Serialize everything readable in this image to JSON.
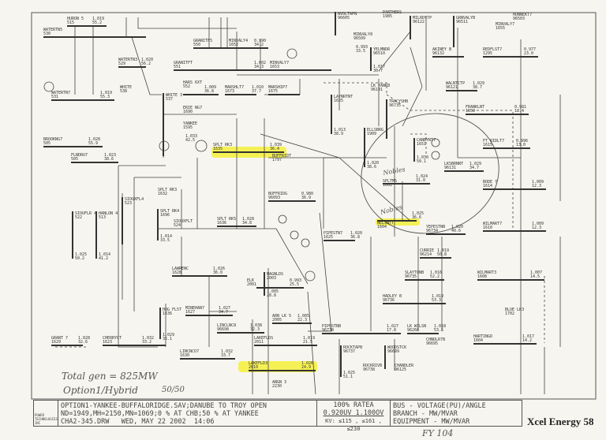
{
  "buses": [
    {
      "name": "HURON 5",
      "num": "515",
      "v": "1.019",
      "a": "55.2"
    },
    {
      "name": "WATERTN5",
      "num": "530",
      "v": "",
      "a": ""
    },
    {
      "name": "GRANITF5",
      "num": "550",
      "v": "",
      "a": ""
    },
    {
      "name": "GRANITFT",
      "num": "551",
      "v": "1.002",
      "a": "34.3"
    },
    {
      "name": "WATERTN3",
      "num": "529",
      "v": "1.020",
      "a": "56.2"
    },
    {
      "name": "MINVALY4",
      "num": "1652",
      "v": "0.990",
      "a": "34.2"
    },
    {
      "name": "MINVALY7",
      "num": "1653",
      "v": "",
      "a": ""
    },
    {
      "name": "WATERTN7",
      "num": "531",
      "v": "1.019",
      "a": "55.3"
    },
    {
      "name": "WHITE",
      "num": "538",
      "v": "",
      "a": ""
    },
    {
      "name": "WHITE 3",
      "num": "537",
      "v": "",
      "a": ""
    },
    {
      "name": "HARS 6XT",
      "num": "552",
      "v": "1.009",
      "a": "36.8"
    },
    {
      "name": "MARSHLT7",
      "num": "1673",
      "v": "1.010",
      "a": "37.7"
    },
    {
      "name": "MARSHIP7",
      "num": "1675",
      "v": "",
      "a": ""
    },
    {
      "name": "ERIE NG7",
      "num": "1690",
      "v": "",
      "a": ""
    },
    {
      "name": "YANKEE",
      "num": "1595",
      "v": "1.033",
      "a": "42.5"
    },
    {
      "name": "BROOKNG7",
      "num": "505",
      "v": "1.028",
      "a": "55.9"
    },
    {
      "name": "FLNDRU7",
      "num": "505",
      "v": "1.023",
      "a": "38.6"
    },
    {
      "name": "SPLT RK3",
      "num": "1635",
      "v": "1.039",
      "a": "36.4"
    },
    {
      "name": "BUFFRIDT",
      "num": "1797",
      "v": "",
      "a": ""
    },
    {
      "name": "NVOLTAPN",
      "num": "96605",
      "v": "",
      "a": ""
    },
    {
      "name": "PANTHERS",
      "num": "1985",
      "v": "",
      "a": ""
    },
    {
      "name": "MILRDY7P",
      "num": "96122",
      "v": "",
      "a": ""
    },
    {
      "name": "GRNVALYB",
      "num": "96511",
      "v": "",
      "a": ""
    },
    {
      "name": "HONNEKT7",
      "num": "96503",
      "v": "",
      "a": ""
    },
    {
      "name": "MINVALY7",
      "num": "1655",
      "v": "",
      "a": ""
    },
    {
      "name": "MINVALY8",
      "num": "96509",
      "v": "0.993",
      "a": "33.5"
    },
    {
      "name": "YELMNDR",
      "num": "96510",
      "v": "1.017",
      "a": "30.7"
    },
    {
      "name": "AKINEY B",
      "num": "96132",
      "v": "",
      "a": ""
    },
    {
      "name": "REDFLST7",
      "num": "1295",
      "v": "0.977",
      "a": "23.0"
    },
    {
      "name": "WALNTCTP",
      "num": "96121",
      "v": "1.029",
      "a": "38.7"
    },
    {
      "name": "LK YANKB",
      "num": "96191",
      "v": "",
      "a": ""
    },
    {
      "name": "LAYNRTNT",
      "num": "1625",
      "v": "1.013",
      "a": "38.9"
    },
    {
      "name": "TRACYSHB",
      "num": "96735",
      "v": "",
      "a": ""
    },
    {
      "name": "FRANKLNT",
      "num": "1650",
      "v": "0.981",
      "a": "18.4"
    },
    {
      "name": "ELLSBRG",
      "num": "1909",
      "v": "1.020",
      "a": "38.6"
    },
    {
      "name": "CANBYNT7",
      "num": "1651",
      "v": "1.030",
      "a": "50.1"
    },
    {
      "name": "SPLTMS",
      "num": "1602",
      "v": "1.024",
      "a": "31.0"
    },
    {
      "name": "LKSBRNNT",
      "num": "96131",
      "v": "1.029",
      "a": "34.7"
    },
    {
      "name": "FT RIDLT7",
      "num": "1615",
      "v": "0.996",
      "a": "13.0"
    },
    {
      "name": "BODE 7",
      "num": "1614",
      "v": "1.009",
      "a": "12.3"
    },
    {
      "name": "WILMART7",
      "num": "1610",
      "v": "1.009",
      "a": "12.3"
    },
    {
      "name": "NELSNTT",
      "num": "1604",
      "v": "1.025",
      "a": "36.6"
    },
    {
      "name": "YEPESTNB",
      "num": "96734",
      "v": "1.020",
      "a": "40.6"
    },
    {
      "name": "PIPESTN7",
      "num": "1625",
      "v": "1.020",
      "a": "36.8"
    },
    {
      "name": "CURRIE",
      "num": "96214",
      "v": "1.019",
      "a": "50.8"
    },
    {
      "name": "SLAYTONB",
      "num": "96735",
      "v": "1.016",
      "a": "52.2"
    },
    {
      "name": "WILMART3",
      "num": "1608",
      "v": "1.007",
      "a": "14.5"
    },
    {
      "name": "HADLEY B",
      "num": "96736",
      "v": "1.019",
      "a": "53.3"
    },
    {
      "name": "BLUE LK3",
      "num": "1702",
      "v": "",
      "a": ""
    },
    {
      "name": "PIPESTNB",
      "num": "96738",
      "v": "1.027",
      "a": "17.8"
    },
    {
      "name": "LK WILSN",
      "num": "96266",
      "v": "1.018",
      "a": "53.5"
    },
    {
      "name": "CHNDLR7B",
      "num": "96695",
      "v": "",
      "a": ""
    },
    {
      "name": "ROCKTAPB",
      "num": "96737",
      "v": "1.025",
      "a": "51.1"
    },
    {
      "name": "WOODSTCK",
      "num": "96699",
      "v": "",
      "a": ""
    },
    {
      "name": "ROCKRIVB",
      "num": "96738",
      "v": "",
      "a": ""
    },
    {
      "name": "CHANDLER",
      "num": "96125",
      "v": "",
      "a": ""
    },
    {
      "name": "HARTINGD",
      "num": "1604",
      "v": "1.017",
      "a": "14.2"
    },
    {
      "name": "SIOUXFL4",
      "num": "523",
      "v": "",
      "a": ""
    },
    {
      "name": "SPLT RK3",
      "num": "1632",
      "v": "",
      "a": ""
    },
    {
      "name": "SPLT RK4",
      "num": "1696",
      "v": "1.014",
      "a": "33.5"
    },
    {
      "name": "SIOUXFLT",
      "num": "524",
      "v": "",
      "a": ""
    },
    {
      "name": "SPLT RK5",
      "num": "1636",
      "v": "1.028",
      "a": "34.8"
    },
    {
      "name": "BUFFRIDG",
      "num": "96093",
      "v": "0.980",
      "a": "36.9"
    },
    {
      "name": "SIOUFLR 4",
      "num": "522",
      "v": "1.025",
      "a": "50.2"
    },
    {
      "name": "HANLON 4",
      "num": "513",
      "v": "1.014",
      "a": "41.2"
    },
    {
      "name": "MAGNLDS",
      "num": "2003",
      "v": "1.005",
      "a": "28.8"
    },
    {
      "name": "LAWRENC",
      "num": "1628",
      "v": "1.026",
      "a": "36.0"
    },
    {
      "name": "ELK",
      "num": "2001",
      "v": "0.993",
      "a": "25.5"
    },
    {
      "name": "HOG FL5T",
      "num": "1636",
      "v": "1.029",
      "a": "35.1"
    },
    {
      "name": "MINEHAN7",
      "num": "1627",
      "v": "1.027",
      "a": "34.7"
    },
    {
      "name": "ARN LK 5",
      "num": "2005",
      "v": "1.005",
      "a": "22.3"
    },
    {
      "name": "LINCLNC8",
      "num": "96698",
      "v": "1.038",
      "a": "32.3"
    },
    {
      "name": "LINCNCO7",
      "num": "1630",
      "v": "1.032",
      "a": "33.7"
    },
    {
      "name": "LAKEFLDS",
      "num": "2011",
      "v": "1.019",
      "a": "21.5"
    },
    {
      "name": "LAKEFLD3",
      "num": "2010",
      "v": "1.026",
      "a": "24.9"
    },
    {
      "name": "GRANT 7",
      "num": "1629",
      "v": "1.028",
      "a": "32.6"
    },
    {
      "name": "CHERRYCT",
      "num": "1623",
      "v": "1.032",
      "a": "33.2"
    },
    {
      "name": "ANGN 3",
      "num": "2230",
      "v": "",
      "a": ""
    }
  ],
  "handwriting": {
    "total_gen": "Total gen = 825MW",
    "option": "Option1/Hybrid",
    "split": "50/50",
    "nobles_1": "Nobles",
    "nobles_2": "Nobles",
    "initials": "FY 104"
  },
  "title_block": {
    "line1": "OPTION1-YANKEE-BUFFALORIDGE.SAV;DANUBE TO TROY OPEN",
    "line2": "ND=1949,MH=2150,MN=1069;0 % AT CHB;50 % AT YANKEE",
    "line3": "CHA2-345.DRW   WED, MAY 22 2002  14:06",
    "logo_text": "POWER TECHNOLOGIES INC",
    "rating": "100% RATEA",
    "voltage_range": "0.920UV  1.100OV",
    "kv": "KV: ≤115 , ≤161 , ≤230",
    "legend_bus": "BUS - VOLTAGE(PU)/ANGLE",
    "legend_branch": "BRANCH - MW/MVAR",
    "legend_equipment": "EQUIPMENT - MW/MVAR",
    "brand": "Xcel Energy 58"
  },
  "colors": {
    "highlight": "#f5f03a",
    "ink": "#3a3a3a",
    "paper": "#f7f5ef"
  }
}
